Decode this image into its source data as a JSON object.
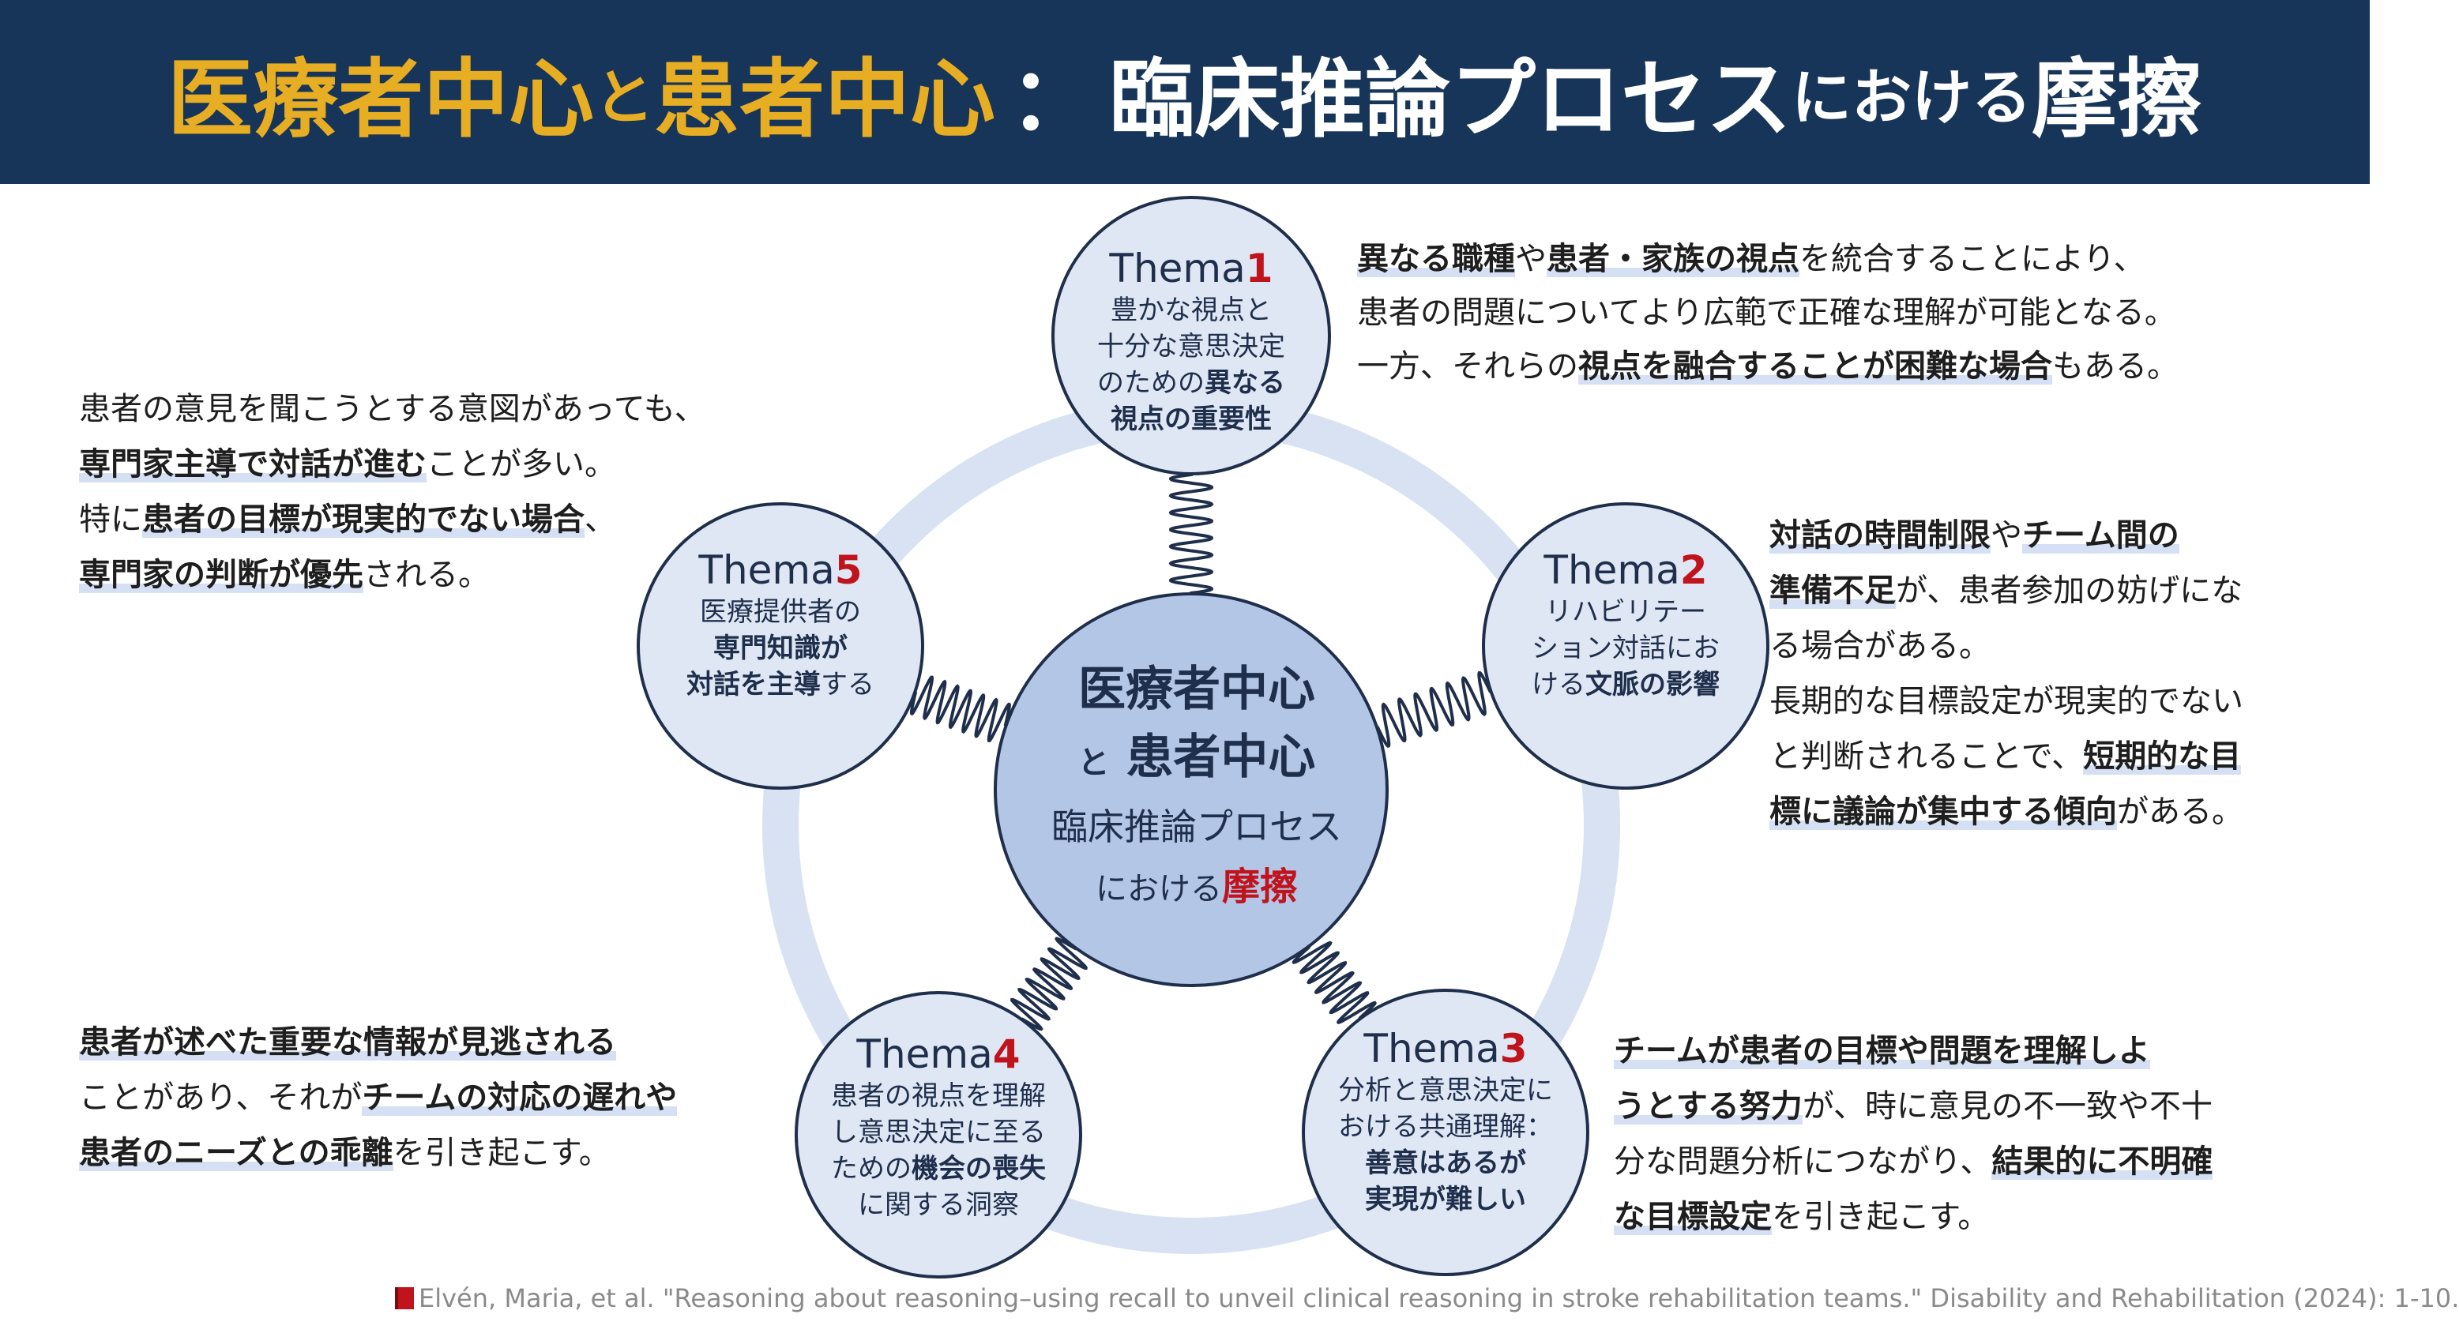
{
  "title": {
    "part1": "医療者中心",
    "part2": "と",
    "part3": "患者中心",
    "part4": "：",
    "part5": "臨床推論プロセス",
    "part6": "における",
    "part7": "摩擦"
  },
  "center": {
    "line1": "医療者中心",
    "line2a": "と",
    "line2b": "患者中心",
    "line3": "臨床推論プロセス",
    "line4a": "における",
    "line4b": "摩擦"
  },
  "themes": [
    {
      "label": "Thema",
      "num": "1",
      "lines": [
        [
          "豊かな視点と"
        ],
        [
          "十分な意思決定"
        ],
        [
          "のための",
          "異なる"
        ],
        [
          "",
          "視点の重要性"
        ]
      ]
    },
    {
      "label": "Thema",
      "num": "2",
      "lines": [
        [
          "リハビリテー"
        ],
        [
          "ション対話にお"
        ],
        [
          "ける",
          "文脈の影響"
        ]
      ]
    },
    {
      "label": "Thema",
      "num": "3",
      "lines": [
        [
          "分析と意思決定に"
        ],
        [
          "おける共通理解："
        ],
        [
          "",
          "善意はあるが"
        ],
        [
          "",
          "実現が難しい"
        ]
      ]
    },
    {
      "label": "Thema",
      "num": "4",
      "lines": [
        [
          "患者の視点を理解"
        ],
        [
          "し意思決定に至る"
        ],
        [
          "ための",
          "機会の喪失"
        ],
        [
          "に関する洞察"
        ]
      ]
    },
    {
      "label": "Thema",
      "num": "5",
      "lines": [
        [
          "医療提供者の"
        ],
        [
          "",
          "専門知識が"
        ],
        [
          "",
          "対話を主導",
          "する"
        ]
      ]
    }
  ],
  "notes": {
    "n1": [
      [
        [
          "b",
          "異なる職種"
        ],
        [
          "t",
          "や"
        ],
        [
          "b",
          "患者・家族の視点"
        ],
        [
          "t",
          "を統合することにより、"
        ]
      ],
      [
        [
          "t",
          "患者の問題についてより広範で正確な理解が可能となる。"
        ]
      ],
      [
        [
          "t",
          "一方、それらの"
        ],
        [
          "b",
          "視点を融合することが困難な場合"
        ],
        [
          "t",
          "もある。"
        ]
      ]
    ],
    "n2": [
      [
        [
          "b",
          "対話の時間制限"
        ],
        [
          "t",
          "や"
        ],
        [
          "b",
          "チーム間の"
        ]
      ],
      [
        [
          "b",
          "準備不足"
        ],
        [
          "t",
          "が、患者参加の妨げにな"
        ]
      ],
      [
        [
          "t",
          "る場合がある。"
        ]
      ],
      [
        [
          "t",
          "長期的な目標設定が現実的でない"
        ]
      ],
      [
        [
          "t",
          "と判断されることで、"
        ],
        [
          "b",
          "短期的な目"
        ]
      ],
      [
        [
          "b",
          "標に議論が集中する傾向"
        ],
        [
          "t",
          "がある。"
        ]
      ]
    ],
    "n3": [
      [
        [
          "b",
          "チームが患者の目標や問題を理解しよ"
        ]
      ],
      [
        [
          "b",
          "うとする努力"
        ],
        [
          "t",
          "が、時に意見の不一致や不十"
        ]
      ],
      [
        [
          "t",
          "分な問題分析につながり、"
        ],
        [
          "b",
          "結果的に不明確"
        ]
      ],
      [
        [
          "b",
          "な目標設定"
        ],
        [
          "t",
          "を引き起こす。"
        ]
      ]
    ],
    "n4": [
      [
        [
          "b",
          "患者が述べた重要な情報が見逃される"
        ]
      ],
      [
        [
          "t",
          "ことがあり、それが"
        ],
        [
          "b",
          "チームの対応の遅れや"
        ]
      ],
      [
        [
          "b",
          "患者のニーズとの乖離"
        ],
        [
          "t",
          "を引き起こす。"
        ]
      ]
    ],
    "n5": [
      [
        [
          "t",
          "患者の意見を聞こうとする意図があっても、"
        ]
      ],
      [
        [
          "b",
          "専門家主導で対話が進む"
        ],
        [
          "t",
          "ことが多い。"
        ]
      ],
      [
        [
          "t",
          "特に"
        ],
        [
          "b",
          "患者の目標が現実的でない場合"
        ],
        [
          "t",
          "、"
        ]
      ],
      [
        [
          "b",
          "専門家の判断が優先"
        ],
        [
          "t",
          "される。"
        ]
      ]
    ]
  },
  "citation": "Elvén, Maria, et al. \"Reasoning about reasoning–using recall to unveil clinical reasoning in stroke rehabilitation teams.\" Disability and Rehabilitation (2024): 1-10.",
  "icons": {
    "citation": "book-icon"
  },
  "colors": {
    "header": "#173559",
    "gold": "#e7ad23",
    "accent_red": "#c0141c",
    "ring": "#d8e2f3",
    "theme_fill": "#dfe7f5",
    "center_fill": "#b3c6e6",
    "outline": "#1f2f4b"
  }
}
